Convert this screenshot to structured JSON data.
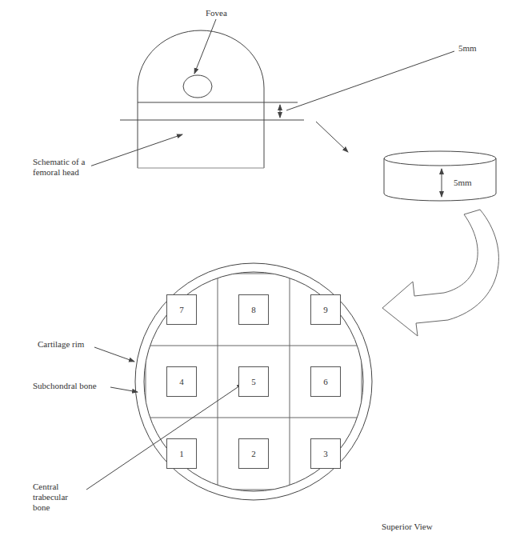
{
  "diagram": {
    "nodes": [
      {
        "text": [
          "7"
        ]
      },
      {
        "text": [
          "8"
        ]
      },
      {
        "text": [
          "9"
        ]
      },
      {
        "text": [
          "4"
        ]
      },
      {
        "text": [
          "5"
        ]
      },
      {
        "text": [
          "6"
        ]
      },
      {
        "text": [
          "1"
        ]
      },
      {
        "text": [
          "2"
        ]
      },
      {
        "text": [
          "3"
        ]
      }
    ],
    "labels": [
      "Fovea",
      "5mm",
      "Schematic of a femoral head",
      "5mm",
      "Cartilage rim",
      "Subchondral bone",
      "Central trabecular bone",
      "Superior View"
    ]
  }
}
